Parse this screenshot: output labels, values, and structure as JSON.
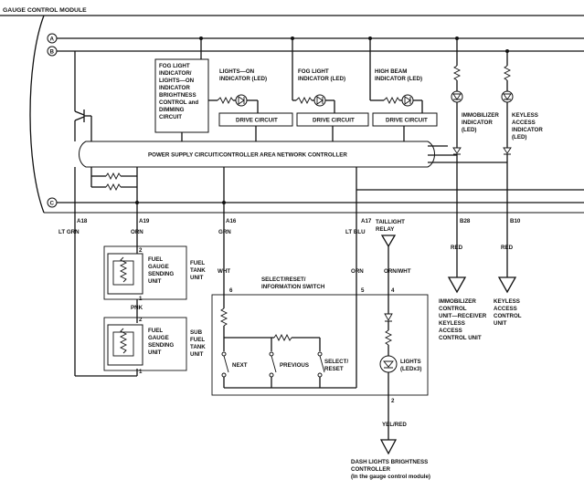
{
  "module": {
    "title": "GAUGE CONTROL MODULE",
    "terminals": {
      "a": "A",
      "b": "B",
      "c": "C"
    },
    "fog_ctrl_lines": [
      "FOG LIGHT",
      "INDICATOR/",
      "LIGHTS—ON",
      "INDICATOR",
      "BRIGHTNESS",
      "CONTROL and",
      "DIMMING",
      "CIRCUIT"
    ],
    "lights_on_ind": [
      "LIGHTS—ON",
      "INDICATOR (LED)"
    ],
    "fog_ind": [
      "FOG LIGHT",
      "INDICATOR (LED)"
    ],
    "high_beam_ind": [
      "HIGH BEAM",
      "INDICATOR (LED)"
    ],
    "drive": "DRIVE CIRCUIT",
    "power_supply": "POWER SUPPLY CIRCUIT/CONTROLLER AREA NETWORK CONTROLLER",
    "immob_ind": [
      "IMMOBILIZER",
      "INDICATOR",
      "(LED)"
    ],
    "keyless_ind": [
      "KEYLESS",
      "ACCESS",
      "INDICATOR",
      "(LED)"
    ]
  },
  "pins": {
    "a18": "A18",
    "a19": "A19",
    "a16": "A16",
    "a17": "A17",
    "b28": "B28",
    "b10": "B10"
  },
  "wires": {
    "lt_grn": "LT GRN",
    "grn": "GRN",
    "orn": "ORN",
    "lt_blu": "LT BLU",
    "red": "RED",
    "orn_wht": "ORN/WHT",
    "wht": "WHT",
    "pnk": "PNK",
    "yel_red": "YEL/RED"
  },
  "taillight_relay": [
    "TAILLIGHT",
    "RELAY"
  ],
  "fuel_main": {
    "label": [
      "FUEL",
      "GAUGE",
      "SENDING",
      "UNIT"
    ],
    "side": [
      "FUEL",
      "TANK",
      "UNIT"
    ],
    "pin_top": "2",
    "pin_bottom": "1"
  },
  "fuel_sub": {
    "label": [
      "FUEL",
      "GAUGE",
      "SENDING",
      "UNIT"
    ],
    "side": [
      "SUB",
      "FUEL",
      "TANK",
      "UNIT"
    ],
    "pin_top": "2",
    "pin_bottom": "1"
  },
  "switch": {
    "title": [
      "SELECT/RESET/",
      "INFORMATION SWITCH"
    ],
    "pin6": "6",
    "pin5": "5",
    "pin4": "4",
    "pin2": "2",
    "next": "NEXT",
    "previous": "PREVIOUS",
    "select_reset": [
      "SELECT/",
      "RESET"
    ],
    "lights": [
      "LIGHTS",
      "(LEDx3)"
    ]
  },
  "immob_unit": [
    "IMMOBILIZER",
    "CONTROL",
    "UNIT—RECEIVER",
    "KEYLESS",
    "ACCESS",
    "CONTROL UNIT"
  ],
  "keyless_unit": [
    "KEYLESS",
    "ACCESS",
    "CONTROL",
    "UNIT"
  ],
  "dash_ctrl": [
    "DASH LIGHTS BRIGHTNESS",
    "CONTROLLER",
    "(In the gauge control module)"
  ]
}
